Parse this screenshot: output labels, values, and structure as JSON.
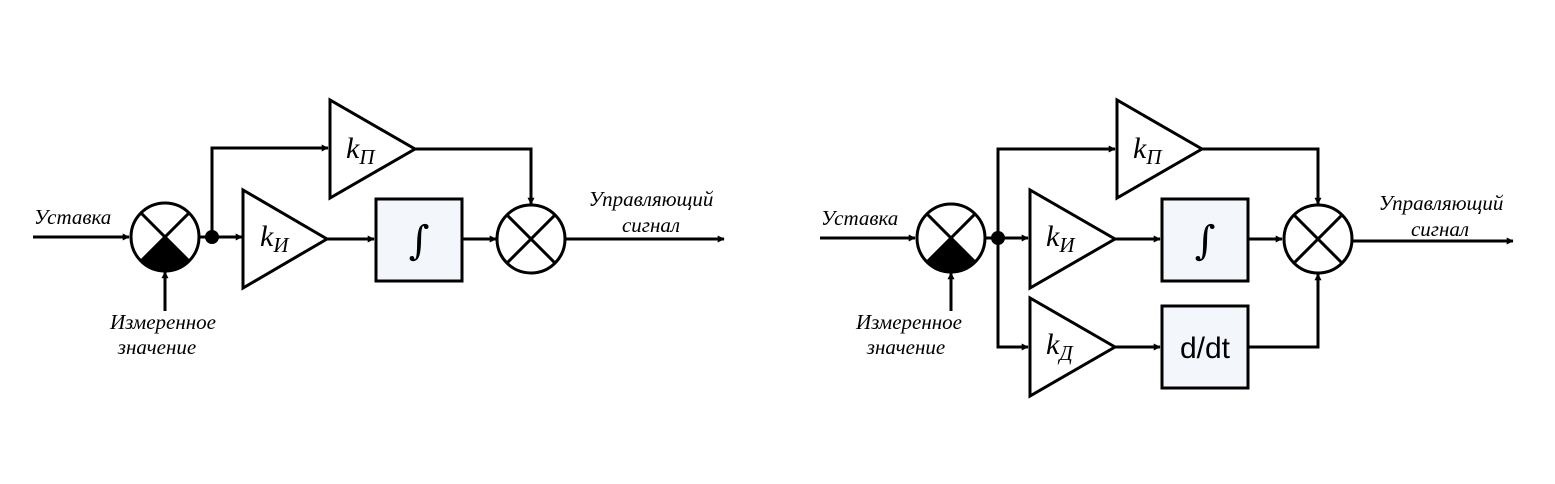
{
  "colors": {
    "line": "#000000",
    "block_fill": "#f3f7fc",
    "triangle_fill": "#ffffff",
    "background": "#ffffff"
  },
  "diagrams": [
    {
      "id": "pi",
      "input_label": "Уставка",
      "feedback_label": [
        "Измеренное",
        "значение"
      ],
      "output_label": [
        "Управляющий",
        "сигнал"
      ],
      "gains": [
        {
          "id": "p",
          "k": "k",
          "sub": "П"
        },
        {
          "id": "i",
          "k": "k",
          "sub": "И"
        }
      ],
      "blocks": [
        {
          "id": "integral",
          "text": "∫"
        }
      ]
    },
    {
      "id": "pid",
      "input_label": "Уставка",
      "feedback_label": [
        "Измеренное",
        "значение"
      ],
      "output_label": [
        "Управляющий",
        "сигнал"
      ],
      "gains": [
        {
          "id": "p",
          "k": "k",
          "sub": "П"
        },
        {
          "id": "i",
          "k": "k",
          "sub": "И"
        },
        {
          "id": "d",
          "k": "k",
          "sub": "Д"
        }
      ],
      "blocks": [
        {
          "id": "integral",
          "text": "∫"
        },
        {
          "id": "derivative",
          "text": "d/dt"
        }
      ]
    }
  ]
}
